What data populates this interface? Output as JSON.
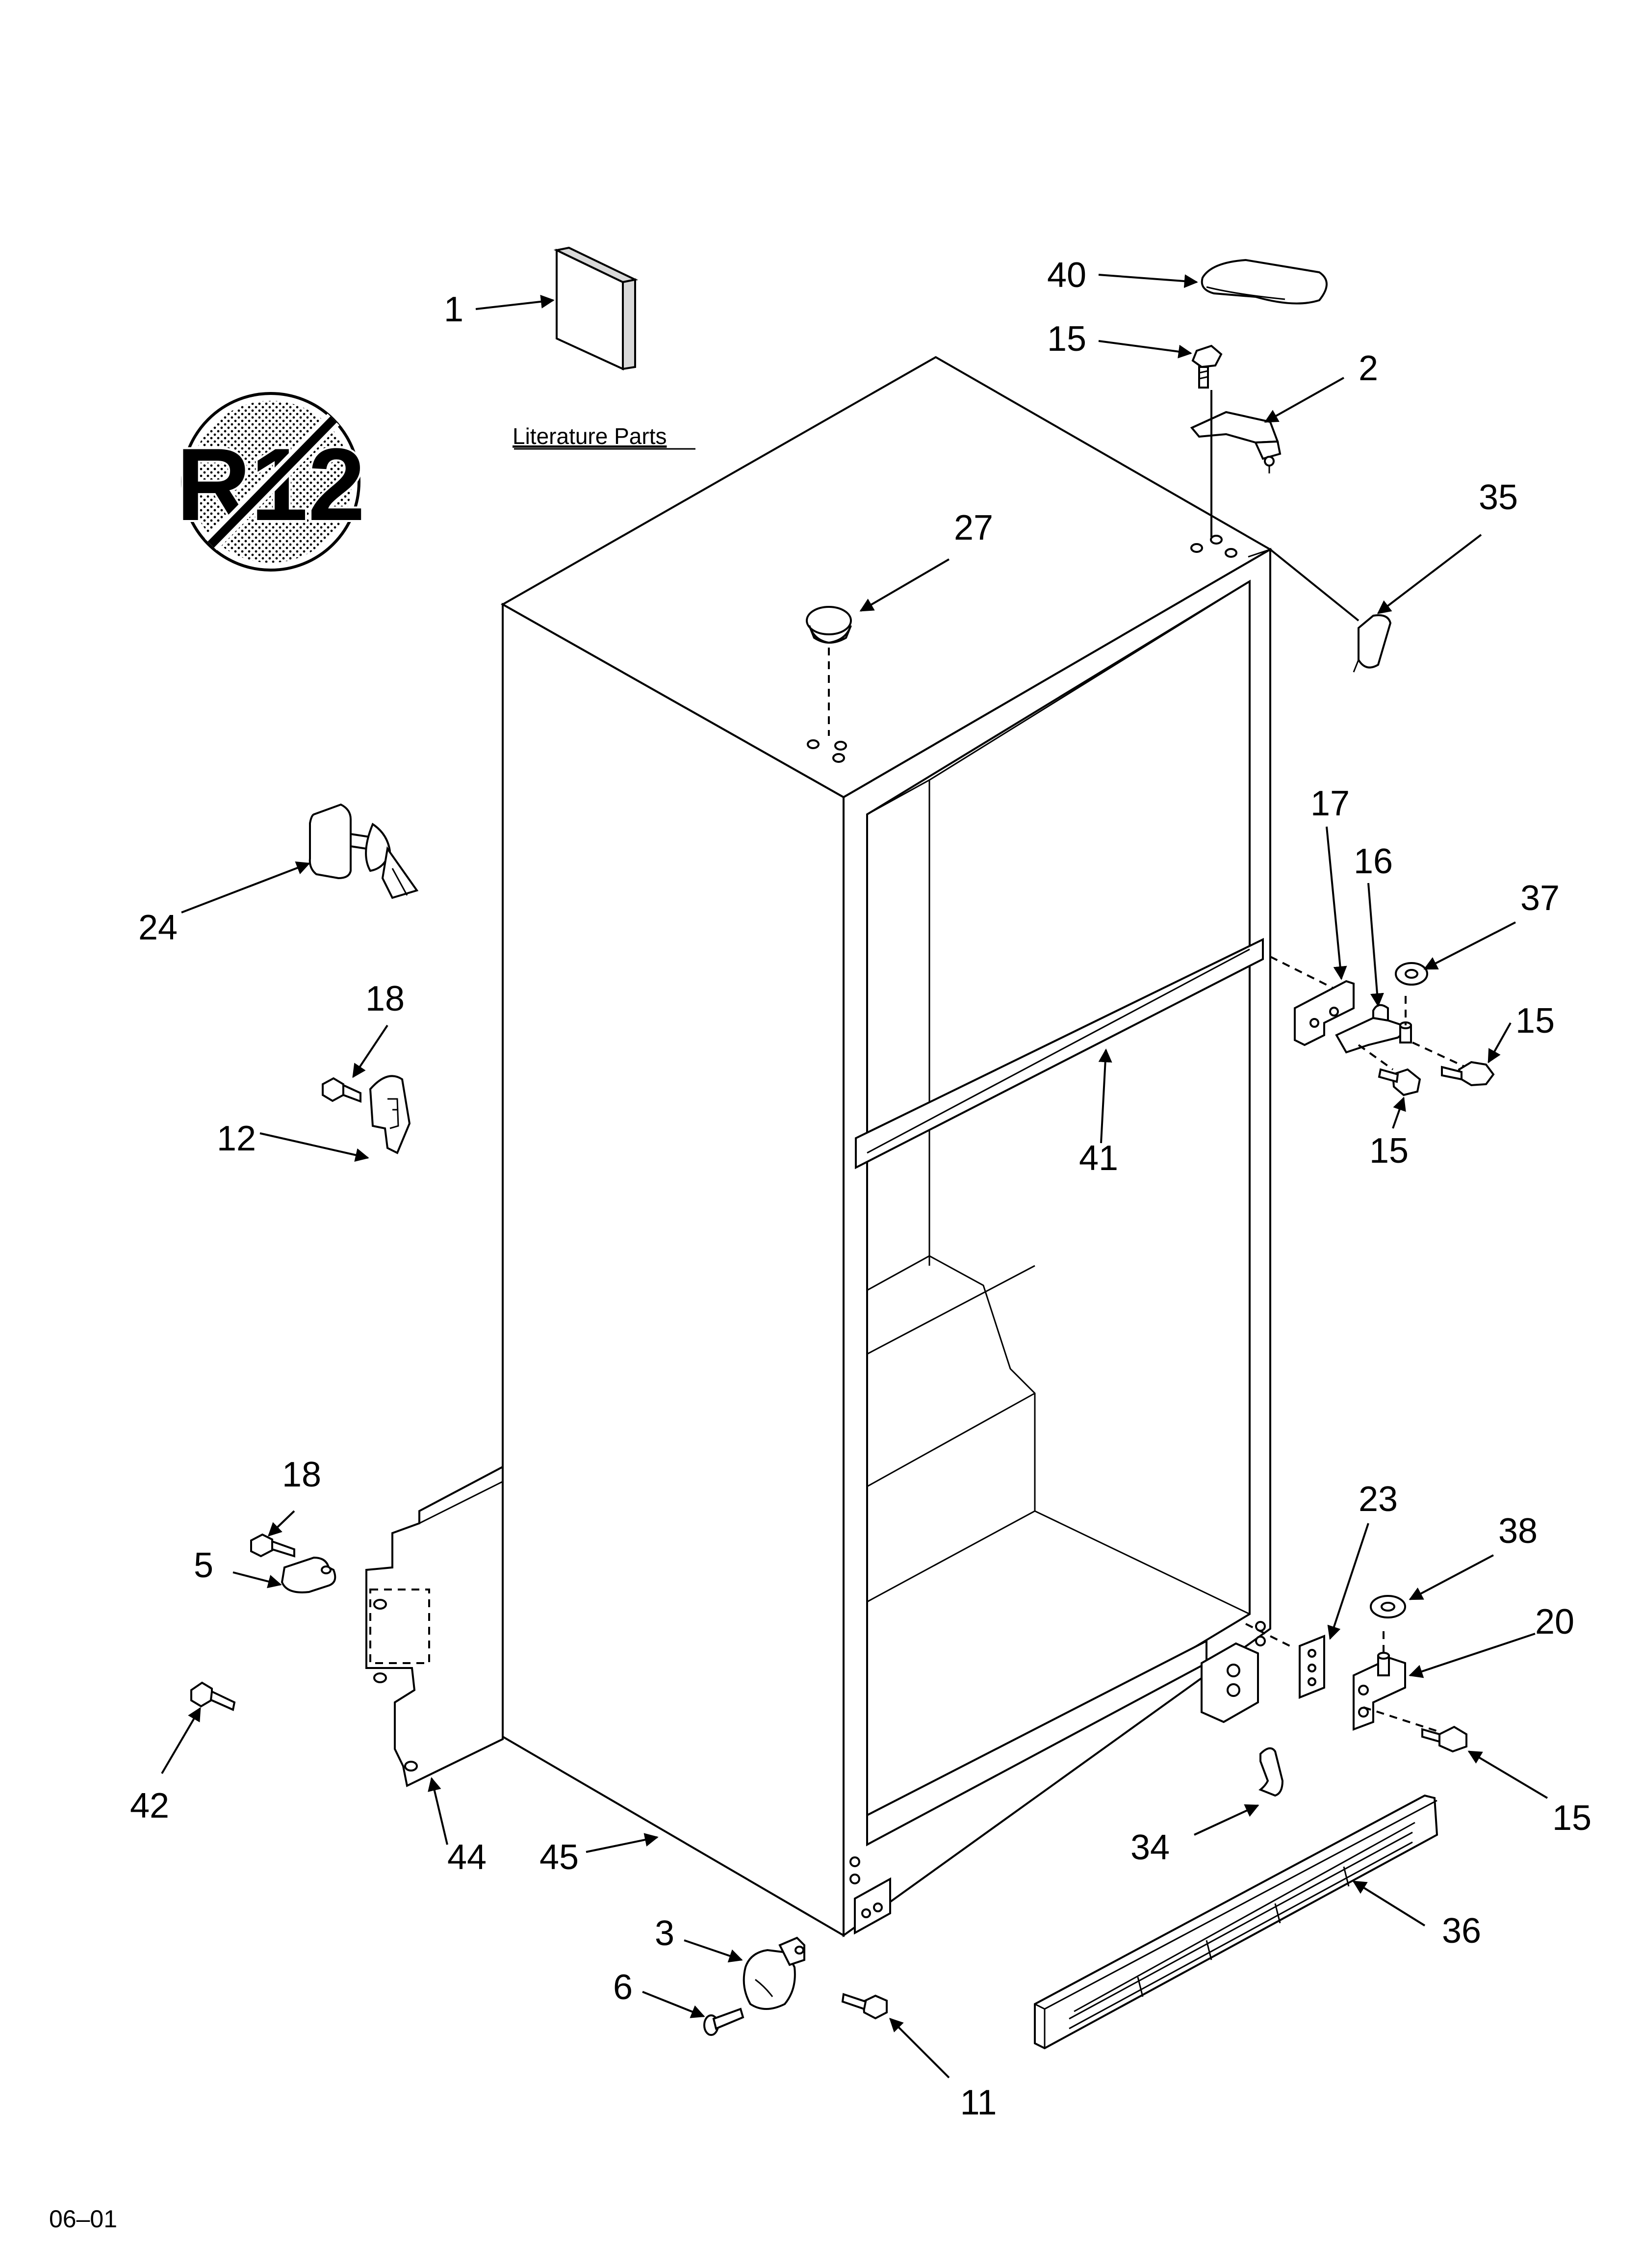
{
  "literature_label": "Literature Parts",
  "footer_code": "06–01",
  "badge": {
    "text": "R12",
    "meaning": "no-r12-symbol"
  },
  "callouts": {
    "c1": "1",
    "c40": "40",
    "c15a": "15",
    "c2": "2",
    "c35": "35",
    "c27": "27",
    "c24": "24",
    "c18a": "18",
    "c12": "12",
    "c17": "17",
    "c16": "16",
    "c37": "37",
    "c15b": "15",
    "c15c": "15",
    "c41": "41",
    "c18b": "18",
    "c5": "5",
    "c23": "23",
    "c38": "38",
    "c20": "20",
    "c42": "42",
    "c15d": "15",
    "c44": "44",
    "c45": "45",
    "c34": "34",
    "c36": "36",
    "c3": "3",
    "c6": "6",
    "c11": "11"
  }
}
